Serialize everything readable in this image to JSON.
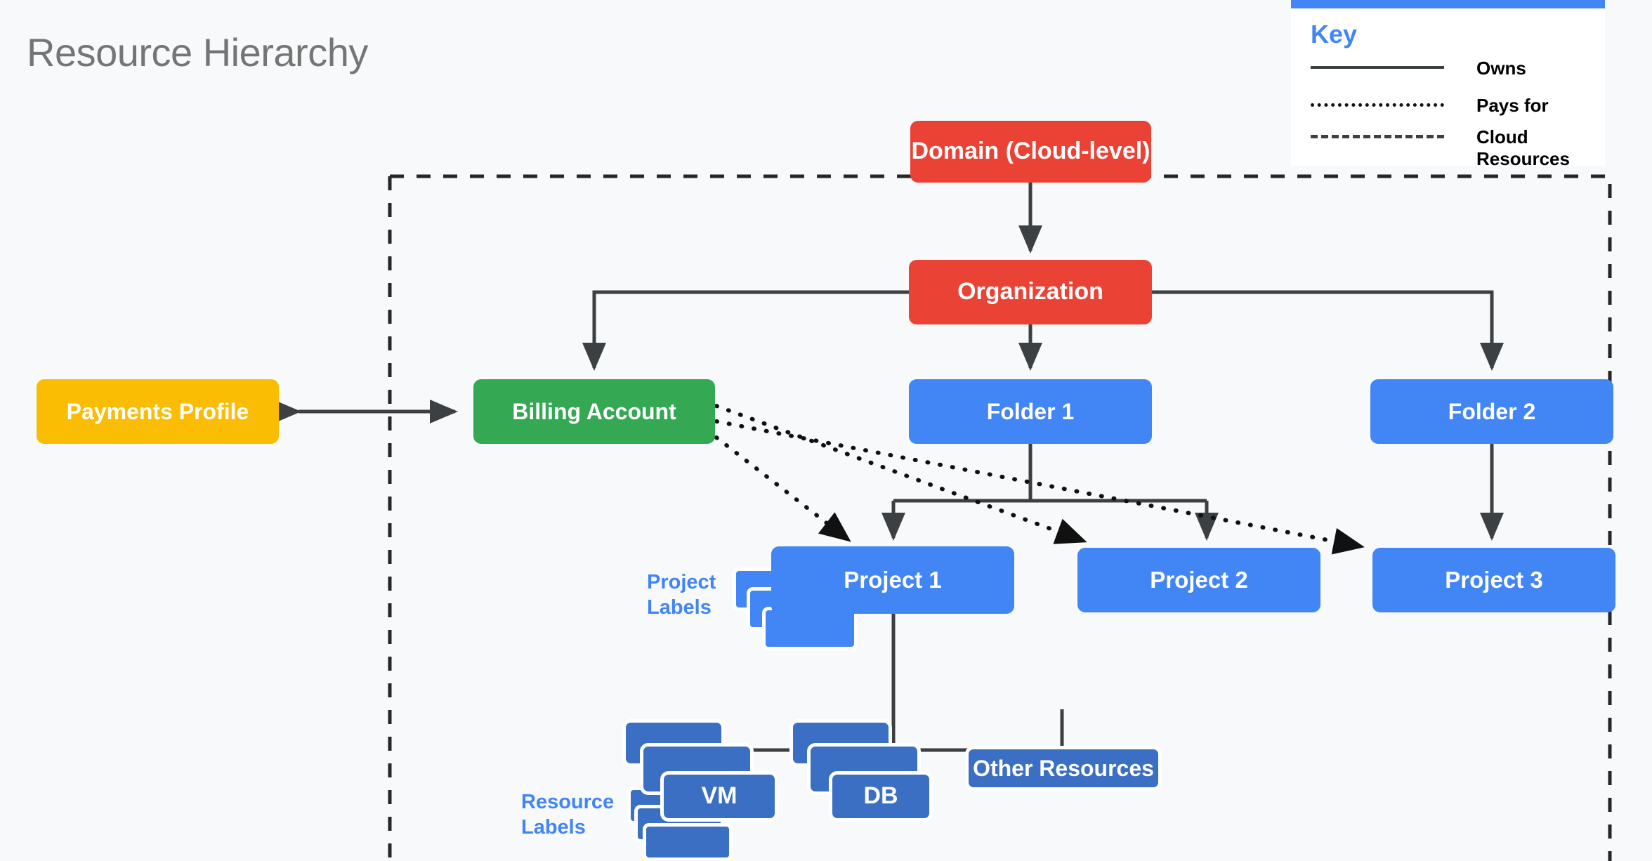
{
  "page": {
    "title": "Resource Hierarchy",
    "background_color": "#F7F9FA"
  },
  "colors": {
    "red": "#EA4335",
    "green": "#34A853",
    "blue": "#4285F4",
    "amber": "#FBBC04",
    "dark_blue": "#3B6FC4",
    "line": "#3C4043",
    "title_gray": "#757575",
    "legend_accent": "#4285F4"
  },
  "legend": {
    "title": "Key",
    "items": [
      {
        "style": "solid",
        "label": "Owns"
      },
      {
        "style": "dotted",
        "label": "Pays for"
      },
      {
        "style": "dashed",
        "label": "Cloud\nResources"
      }
    ]
  },
  "nodes": {
    "domain": {
      "label": "Domain (Cloud-level)",
      "color": "red"
    },
    "organization": {
      "label": "Organization",
      "color": "red"
    },
    "payments_profile": {
      "label": "Payments Profile",
      "color": "amber"
    },
    "billing_account": {
      "label": "Billing Account",
      "color": "green"
    },
    "folder1": {
      "label": "Folder 1",
      "color": "blue"
    },
    "folder2": {
      "label": "Folder 2",
      "color": "blue"
    },
    "project1": {
      "label": "Project 1",
      "color": "blue"
    },
    "project2": {
      "label": "Project 2",
      "color": "blue"
    },
    "project3": {
      "label": "Project 3",
      "color": "blue"
    },
    "vm": {
      "label": "VM",
      "color": "dark_blue"
    },
    "db": {
      "label": "DB",
      "color": "dark_blue"
    },
    "other_resources": {
      "label": "Other Resources",
      "color": "dark_blue"
    }
  },
  "captions": {
    "project_labels": "Project\nLabels",
    "resource_labels": "Resource\nLabels"
  },
  "relationships": [
    {
      "from": "domain",
      "to": "organization",
      "type": "owns",
      "bidirectional": true
    },
    {
      "from": "payments_profile",
      "to": "billing_account",
      "type": "owns",
      "bidirectional": true
    },
    {
      "from": "organization",
      "to": "billing_account",
      "type": "owns"
    },
    {
      "from": "organization",
      "to": "folder1",
      "type": "owns"
    },
    {
      "from": "organization",
      "to": "folder2",
      "type": "owns"
    },
    {
      "from": "folder1",
      "to": "project1",
      "type": "owns"
    },
    {
      "from": "folder1",
      "to": "project2",
      "type": "owns"
    },
    {
      "from": "folder2",
      "to": "project3",
      "type": "owns"
    },
    {
      "from": "project1",
      "to": "vm",
      "type": "owns"
    },
    {
      "from": "project1",
      "to": "db",
      "type": "owns"
    },
    {
      "from": "project1",
      "to": "other_resources",
      "type": "owns"
    },
    {
      "from": "billing_account",
      "to": "project1",
      "type": "pays_for"
    },
    {
      "from": "billing_account",
      "to": "project2",
      "type": "pays_for"
    },
    {
      "from": "billing_account",
      "to": "project3",
      "type": "pays_for"
    }
  ]
}
